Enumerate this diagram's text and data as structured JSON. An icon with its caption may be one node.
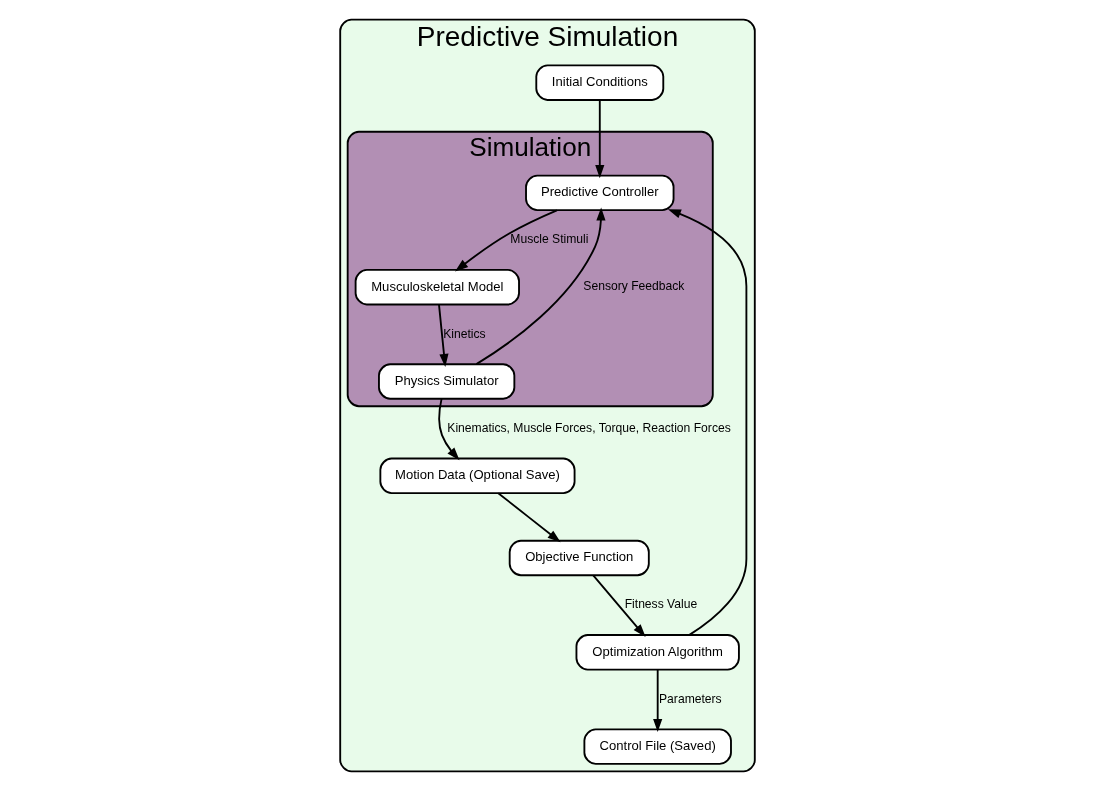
{
  "diagram": {
    "nodes": [
      {
        "text": [
          "Predictive Simulation"
        ]
      },
      {
        "text": [
          "Simulation"
        ],
        "in": 0
      },
      {
        "text": [
          "Initial Conditions"
        ],
        "in": 0
      },
      {
        "text": [
          "Predictive Controller"
        ],
        "in": 1
      },
      {
        "text": [
          "Musculoskeletal Model"
        ],
        "in": 1
      },
      {
        "text": [
          "Control File (Saved)"
        ],
        "in": 0
      },
      {
        "text": [
          "Physics Simulator"
        ],
        "in": 1
      },
      {
        "text": [
          "Optimization Algorithm"
        ],
        "in": 0
      },
      {
        "text": [
          "Objective Function"
        ],
        "in": 0
      },
      {
        "text": [
          "Motion Data (Optional Save)"
        ],
        "in": 0
      }
    ],
    "edges": [
      {
        "from": 2,
        "to": 3,
        "arrow": "to"
      },
      {
        "from": 7,
        "to": 3,
        "arrow": "to"
      },
      {
        "from": 3,
        "to": 4,
        "arrow": "to",
        "label": "Muscle Stimuli"
      },
      {
        "from": 4,
        "to": 6,
        "arrow": "to",
        "label": "Kinetics"
      },
      {
        "from": 6,
        "to": 3,
        "arrow": "to",
        "label": "Sensory Feedback"
      },
      {
        "from": 7,
        "to": 5,
        "arrow": "to",
        "label": "Parameters"
      },
      {
        "from": 6,
        "to": 9,
        "arrow": "to",
        "label": "Kinematics, Muscle Forces, Torque, Reaction Forces"
      },
      {
        "from": 9,
        "to": 8,
        "arrow": "to"
      },
      {
        "from": 8,
        "to": 7,
        "arrow": "to",
        "label": "Fitness Value"
      }
    ]
  }
}
